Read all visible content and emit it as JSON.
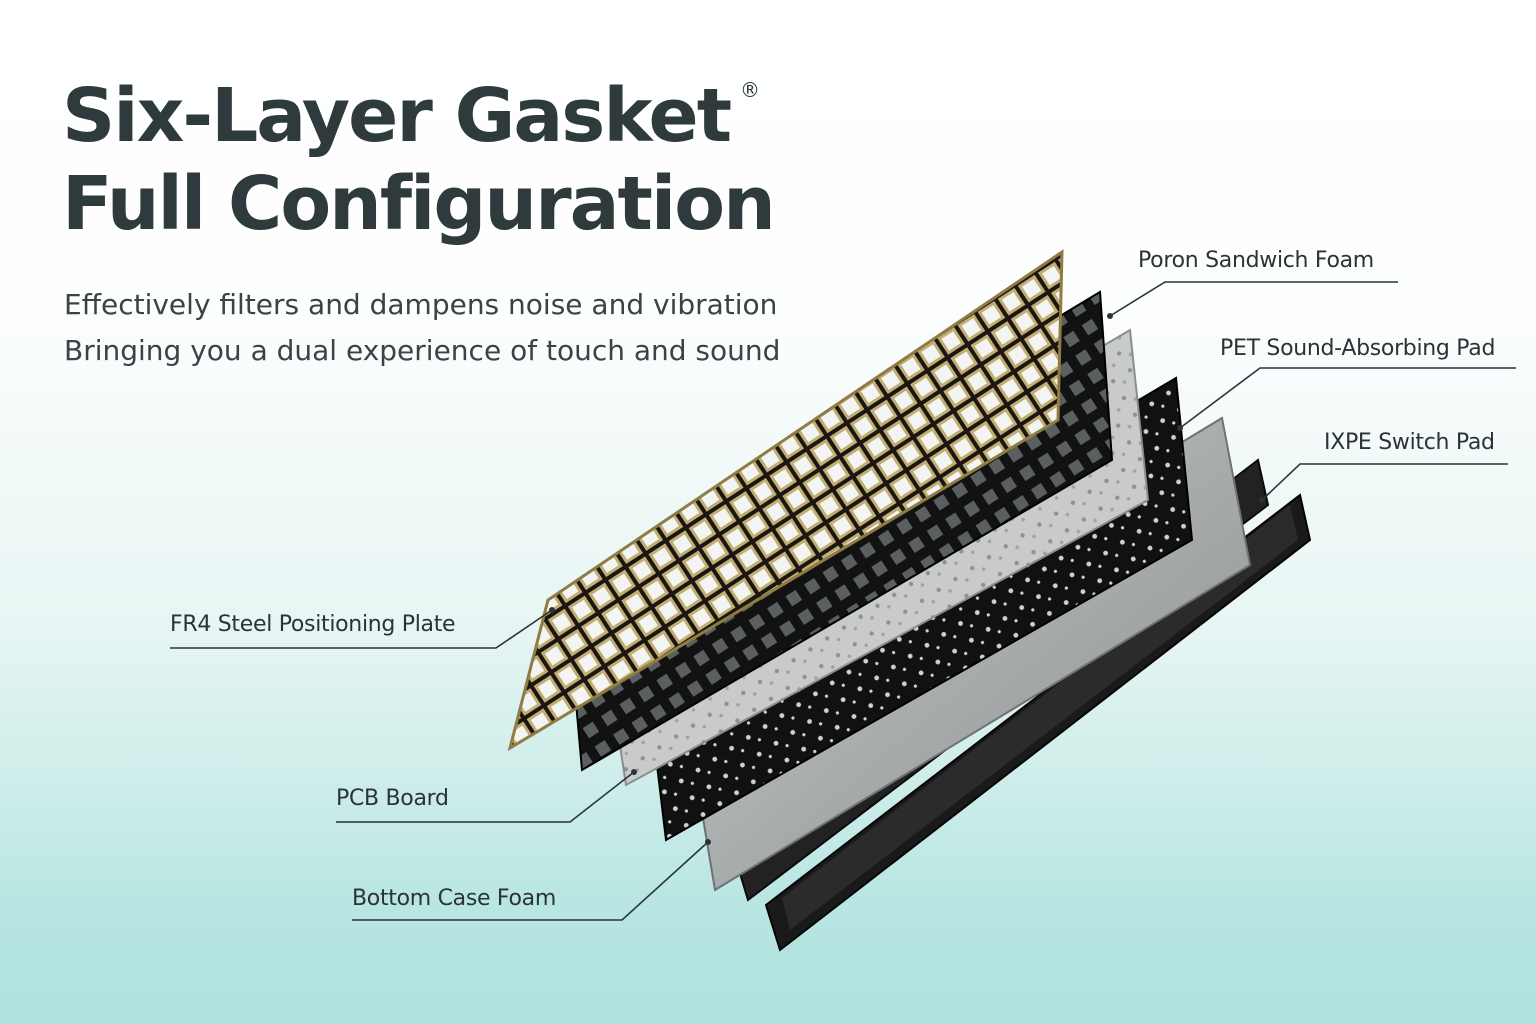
{
  "header": {
    "title_line1": "Six-Layer Gasket",
    "title_line2": "Full Configuration",
    "registered_mark": "®",
    "subtitle_line1": "Effectively filters and dampens noise and vibration",
    "subtitle_line2": "Bringing you a dual experience of touch and sound"
  },
  "layers": {
    "poron_sandwich_foam": "Poron Sandwich Foam",
    "pet_sound_absorbing_pad": "PET Sound-Absorbing Pad",
    "ixpe_switch_pad": "IXPE Switch Pad",
    "fr4_steel_positioning_plate": "FR4 Steel Positioning Plate",
    "pcb_board": "PCB Board",
    "bottom_case_foam": "Bottom Case Foam"
  },
  "colors": {
    "text_dark": "#2f3a3d",
    "plate_gold": "#b9a46a",
    "foam_black": "#141414",
    "pet_grey": "#b8b8b8",
    "background_teal": "#aee2de"
  }
}
